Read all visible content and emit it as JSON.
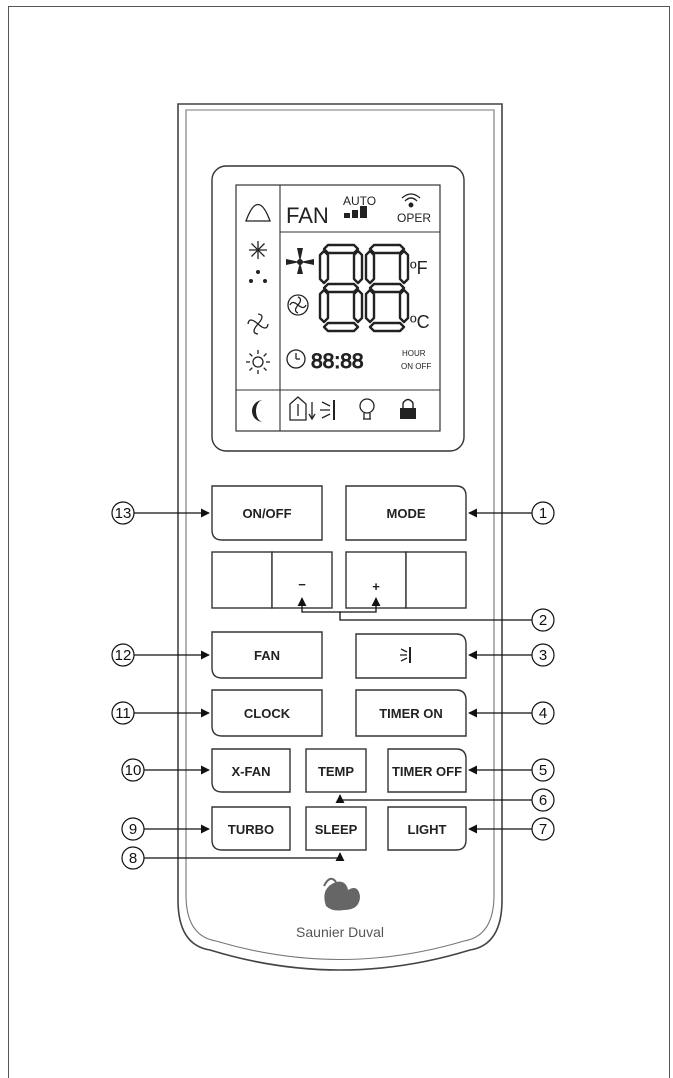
{
  "lcd": {
    "fan_label": "FAN",
    "auto_label": "AUTO",
    "oper_label": "OPER",
    "temp_digits": "88",
    "unit_f": "ºF",
    "unit_c": "ºC",
    "clock_digits": "88:88",
    "hour_label": "HOUR",
    "onoff_label": "ON OFF"
  },
  "buttons": {
    "on_off": "ON/OFF",
    "mode": "MODE",
    "minus": "−",
    "plus": "+",
    "fan": "FAN",
    "clock": "CLOCK",
    "timer_on": "TIMER ON",
    "x_fan": "X-FAN",
    "temp": "TEMP",
    "timer_off": "TIMER OFF",
    "turbo": "TURBO",
    "sleep": "SLEEP",
    "light": "LIGHT"
  },
  "callouts": {
    "c1": "1",
    "c2": "2",
    "c3": "3",
    "c4": "4",
    "c5": "5",
    "c6": "6",
    "c7": "7",
    "c8": "8",
    "c9": "9",
    "c10": "10",
    "c11": "11",
    "c12": "12",
    "c13": "13"
  },
  "brand": {
    "name": "Saunier Duval",
    "color": "#555555"
  }
}
